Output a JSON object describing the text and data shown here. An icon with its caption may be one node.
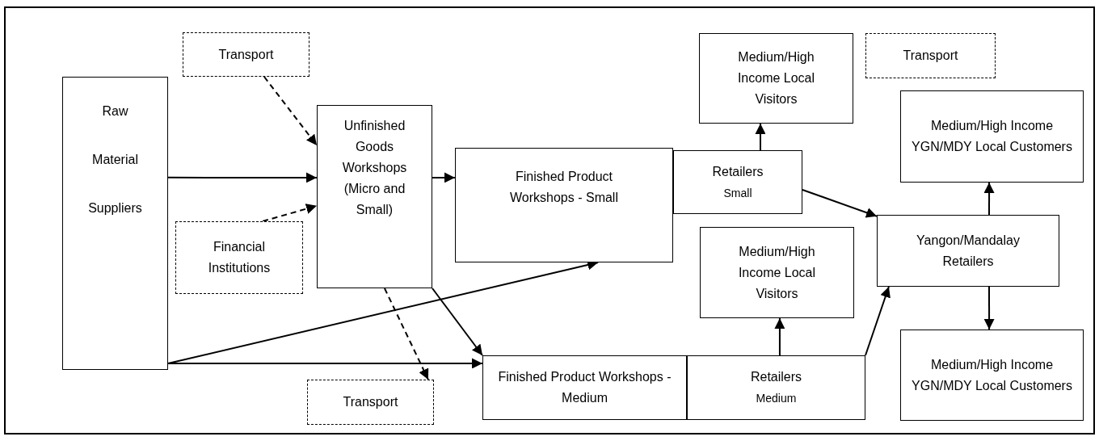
{
  "diagram": {
    "nodes": [
      {
        "text": [
          "Raw Material Suppliers"
        ]
      },
      {
        "text": [
          "Transport"
        ]
      },
      {
        "text": [
          "Unfinished Goods Workshops (Micro and Small)"
        ]
      },
      {
        "text": [
          "Financial Institutions"
        ]
      },
      {
        "text": [
          "Finished Product Workshops - Small"
        ]
      },
      {
        "text": [
          "Retailers",
          "Small"
        ]
      },
      {
        "text": [
          "Medium/High Income Local Visitors"
        ]
      },
      {
        "text": [
          "Transport"
        ]
      },
      {
        "text": [
          "Medium/High Income YGN/MDY Local Customers"
        ]
      },
      {
        "text": [
          "Yangon/Mandalay Retailers"
        ]
      },
      {
        "text": [
          "Medium/High Income Local Visitors"
        ]
      },
      {
        "text": [
          "Finished Product Workshops - Medium"
        ]
      },
      {
        "text": [
          "Retailers",
          "Medium"
        ]
      },
      {
        "text": [
          "Medium/High Income YGN/MDY Local Customers"
        ]
      },
      {
        "text": [
          "Transport"
        ]
      }
    ],
    "edges": [
      {
        "from": 0,
        "to": 2,
        "arrow": "to"
      },
      {
        "from": 1,
        "to": 2,
        "arrow": "to",
        "style": "dashed"
      },
      {
        "from": 3,
        "to": 2,
        "arrow": "to",
        "style": "dashed"
      },
      {
        "from": 2,
        "to": 4,
        "arrow": "to"
      },
      {
        "from": 2,
        "to": 11,
        "arrow": "to"
      },
      {
        "from": 2,
        "to": 14,
        "arrow": "to",
        "style": "dashed"
      },
      {
        "from": 0,
        "to": 4,
        "arrow": "to"
      },
      {
        "from": 0,
        "to": 11,
        "arrow": "to"
      },
      {
        "from": 5,
        "to": 6,
        "arrow": "to"
      },
      {
        "from": 5,
        "to": 9,
        "arrow": "to"
      },
      {
        "from": 12,
        "to": 10,
        "arrow": "to"
      },
      {
        "from": 12,
        "to": 9,
        "arrow": "to"
      },
      {
        "from": 9,
        "to": 8,
        "arrow": "to"
      },
      {
        "from": 9,
        "to": 13,
        "arrow": "to"
      }
    ]
  }
}
